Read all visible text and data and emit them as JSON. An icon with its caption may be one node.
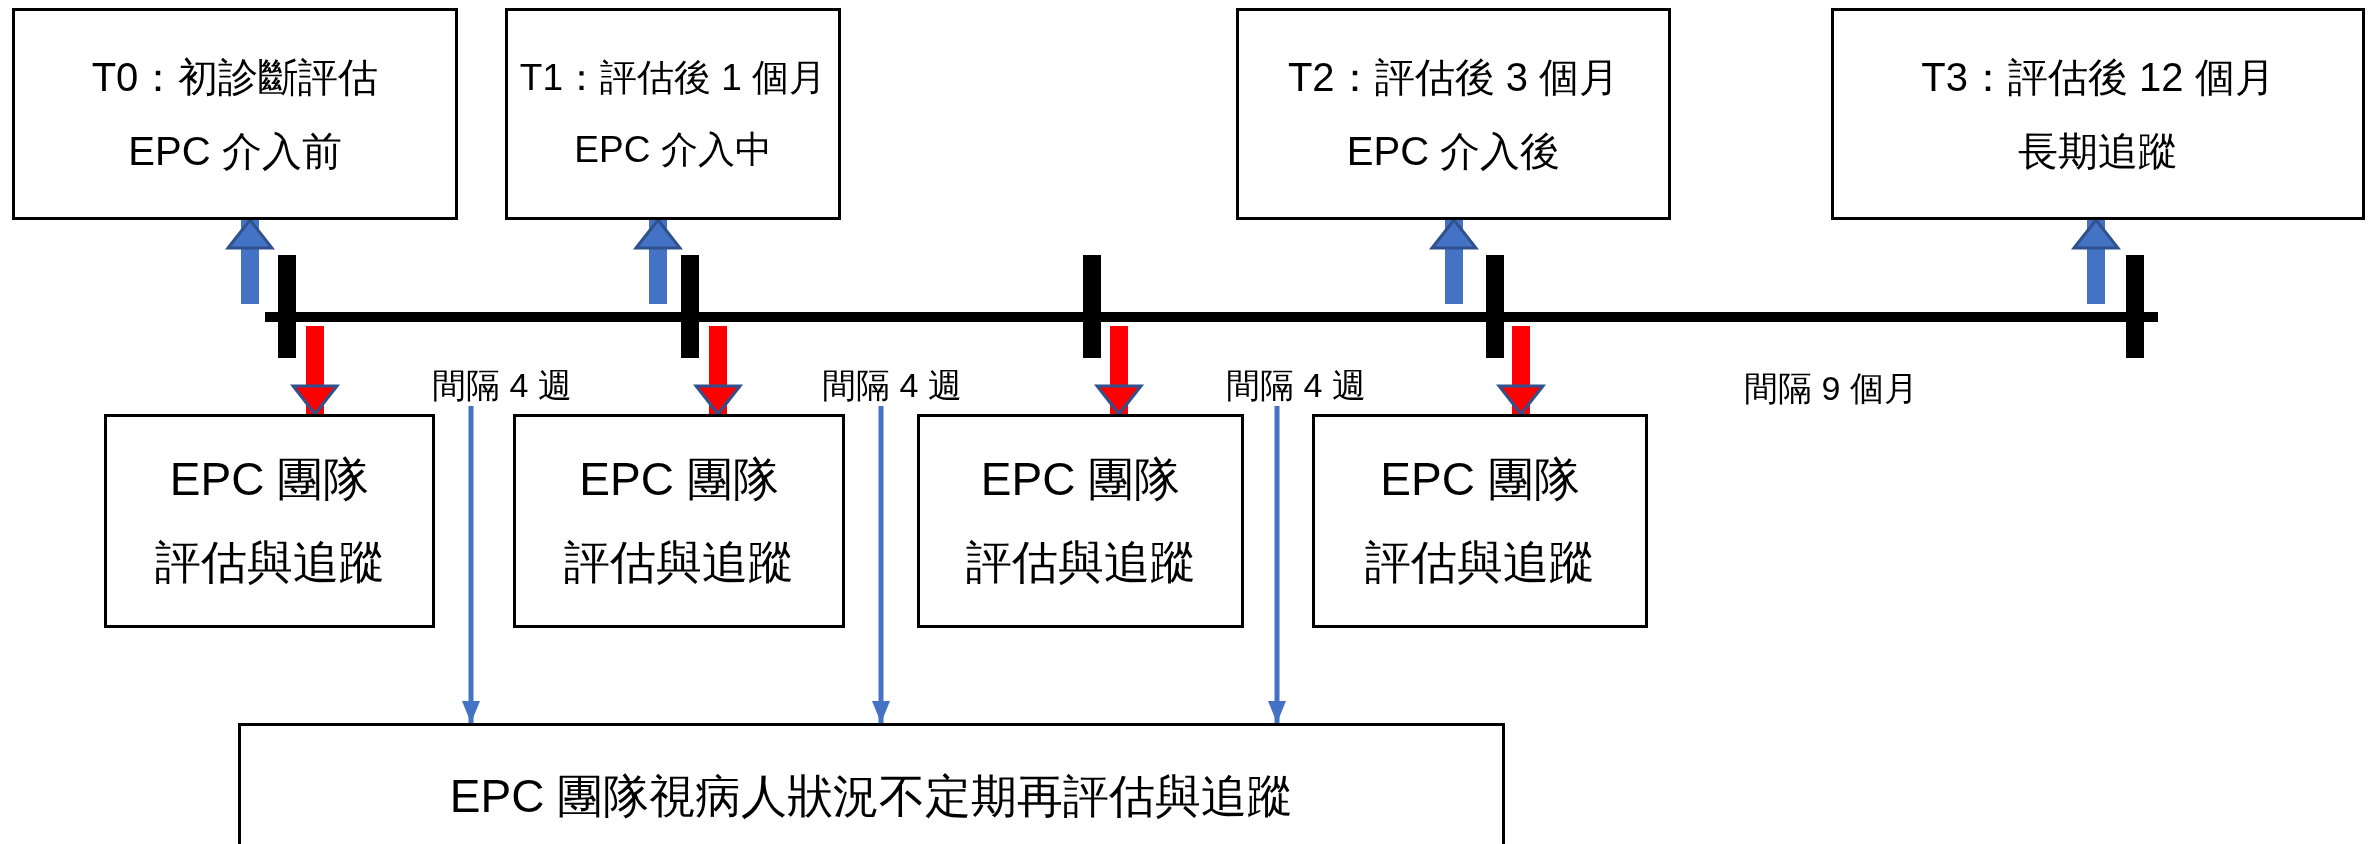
{
  "diagram": {
    "nodes": [
      {
        "text": [
          "T0：初診斷評估",
          "EPC 介入前"
        ]
      },
      {
        "text": [
          "T1：評估後 1 個月",
          "EPC 介入中"
        ]
      },
      {
        "text": [
          "T2：評估後 3 個月",
          "EPC 介入後"
        ]
      },
      {
        "text": [
          "T3：評估後 12 個月",
          "長期追蹤"
        ]
      },
      {
        "text": [
          "EPC 團隊",
          "評估與追蹤"
        ]
      },
      {
        "text": [
          "EPC 團隊",
          "評估與追蹤"
        ]
      },
      {
        "text": [
          "EPC 團隊",
          "評估與追蹤"
        ]
      },
      {
        "text": [
          "EPC 團隊",
          "評估與追蹤"
        ]
      },
      {
        "text": [
          "EPC 團隊視病人狀況不定期再評估與追蹤"
        ]
      },
      {
        "text": [
          "間隔 4 週"
        ]
      },
      {
        "text": [
          "間隔 4 週"
        ]
      },
      {
        "text": [
          "間隔 4 週"
        ]
      }
    ],
    "edges": [
      {
        "from": null,
        "to": 0,
        "arrow": "to"
      },
      {
        "from": null,
        "to": 1,
        "arrow": "to"
      },
      {
        "from": null,
        "to": 2,
        "arrow": "to"
      },
      {
        "from": null,
        "to": 3,
        "arrow": "to"
      },
      {
        "from": null,
        "to": 4,
        "arrow": "to",
        "color": "#ff0000"
      },
      {
        "from": null,
        "to": 5,
        "arrow": "to",
        "color": "#ff0000"
      },
      {
        "from": null,
        "to": 6,
        "arrow": "to",
        "color": "#ff0000"
      },
      {
        "from": null,
        "to": 7,
        "arrow": "to",
        "color": "#ff0000"
      },
      {
        "from": 9,
        "to": 8,
        "arrow": "to"
      },
      {
        "from": 10,
        "to": 8,
        "arrow": "to"
      },
      {
        "from": 11,
        "to": 8,
        "arrow": "to"
      }
    ],
    "labels": [
      "間隔 9 個月"
    ]
  }
}
